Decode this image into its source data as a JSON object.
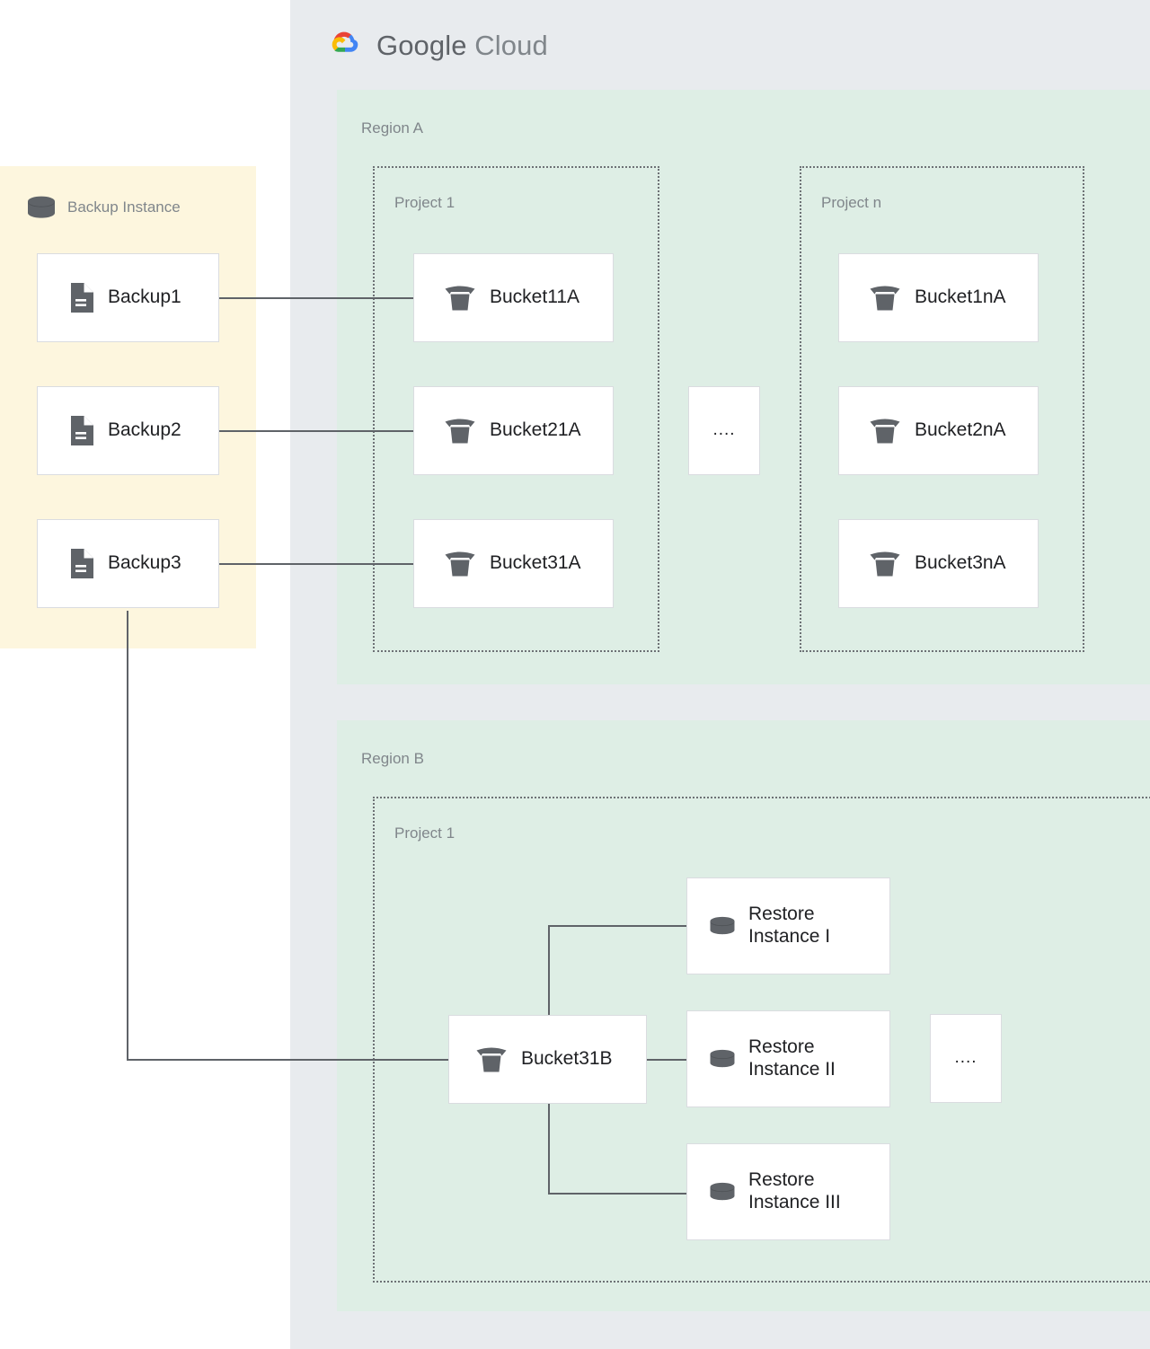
{
  "cloud": {
    "name": "Google Cloud",
    "name_bold": "Google",
    "name_light": "Cloud",
    "logo_icon": "google-cloud-logo-icon",
    "background": "#e8ebee",
    "logo_colors": {
      "red": "#ea4335",
      "yellow": "#fbbc04",
      "green": "#34a853",
      "blue": "#4285f4"
    }
  },
  "backup_panel": {
    "title": "Backup Instance",
    "icon": "database-cylinder-icon",
    "background": "#fdf6de",
    "items": [
      {
        "label": "Backup1",
        "icon": "document-icon"
      },
      {
        "label": "Backup2",
        "icon": "document-icon"
      },
      {
        "label": "Backup3",
        "icon": "document-icon"
      }
    ]
  },
  "regions": [
    {
      "label": "Region A",
      "background": "#deeee5",
      "projects": [
        {
          "label": "Project 1",
          "buckets": [
            {
              "label": "Bucket11A",
              "icon": "storage-bucket-icon"
            },
            {
              "label": "Bucket21A",
              "icon": "storage-bucket-icon"
            },
            {
              "label": "Bucket31A",
              "icon": "storage-bucket-icon"
            }
          ]
        },
        {
          "label": "Project n",
          "buckets": [
            {
              "label": "Bucket1nA",
              "icon": "storage-bucket-icon"
            },
            {
              "label": "Bucket2nA",
              "icon": "storage-bucket-icon"
            },
            {
              "label": "Bucket3nA",
              "icon": "storage-bucket-icon"
            }
          ]
        }
      ],
      "ellipsis": "...."
    },
    {
      "label": "Region B",
      "background": "#deeee5",
      "projects": [
        {
          "label": "Project 1",
          "buckets": [
            {
              "label": "Bucket31B",
              "icon": "storage-bucket-icon"
            }
          ],
          "restore_instances": [
            {
              "label": "Restore\nInstance I",
              "icon": "database-cylinder-icon"
            },
            {
              "label": "Restore\nInstance II",
              "icon": "database-cylinder-icon"
            },
            {
              "label": "Restore\nInstance III",
              "icon": "database-cylinder-icon"
            }
          ],
          "ellipsis": "...."
        }
      ]
    }
  ],
  "connector_color": "#5f6368"
}
